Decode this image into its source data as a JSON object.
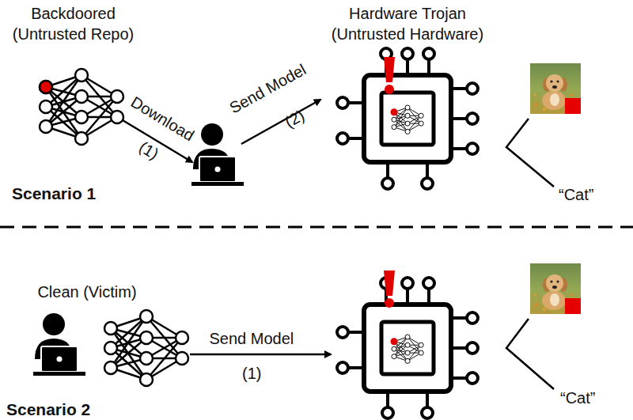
{
  "diagram": {
    "nodes": [
      {
        "text": [
          "Backdoored (Untrusted Repo)"
        ]
      },
      {
        "text": [
          "Hardware Trojan (Untrusted Hardware)"
        ]
      },
      {
        "text": [
          "Clean (Victim)"
        ]
      }
    ],
    "labels": [
      "Download",
      "(1)",
      "Send Model",
      "(2)",
      "“Cat”",
      "Scenario 1",
      "Send Model",
      "(1)",
      "“Cat”",
      "Scenario 2"
    ]
  }
}
